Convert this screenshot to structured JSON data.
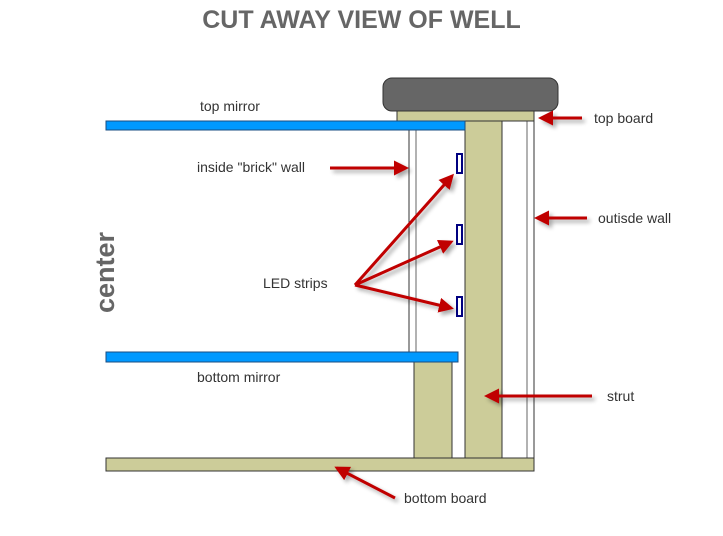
{
  "diagram": {
    "title": "CUT AWAY VIEW OF WELL",
    "center_label": "center",
    "labels": {
      "top_mirror": "top mirror",
      "top_board": "top board",
      "inside_brick_wall": "inside \"brick\" wall",
      "outside_wall": "outisde wall",
      "led_strips": "LED strips",
      "bottom_mirror": "bottom mirror",
      "strut": "strut",
      "bottom_board": "bottom board"
    },
    "components": [
      {
        "name": "top cap",
        "material": "cap"
      },
      {
        "name": "top board",
        "material": "wood"
      },
      {
        "name": "top mirror",
        "material": "mirror"
      },
      {
        "name": "inside brick wall",
        "material": "wall"
      },
      {
        "name": "strut",
        "material": "wood"
      },
      {
        "name": "outside wall",
        "material": "wall"
      },
      {
        "name": "LED strip",
        "count": 3
      },
      {
        "name": "bottom mirror",
        "material": "mirror"
      },
      {
        "name": "support post",
        "material": "wood"
      },
      {
        "name": "bottom board",
        "material": "wood"
      }
    ],
    "colors": {
      "cap": "#666666",
      "wood": "#CCCC99",
      "mirror": "#0099FF",
      "arrow": "#C00000",
      "center_line": "#CC0000",
      "led_outline": "#000080",
      "title": "#666666",
      "label": "#333333"
    }
  }
}
